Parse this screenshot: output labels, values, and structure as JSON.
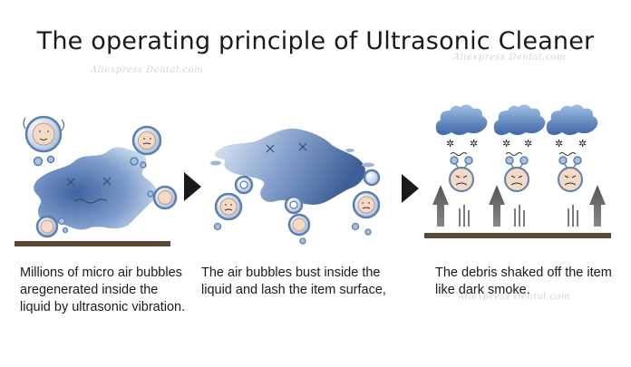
{
  "title": "The operating principle of Ultrasonic Cleaner",
  "steps": [
    {
      "caption": "Millions of micro air bubbles aregenerated inside the liquid by ultrasonic vibration."
    },
    {
      "caption": "The air bubbles bust inside the liquid and lash the item surface,"
    },
    {
      "caption": "The debris shaked off the item like dark smoke."
    }
  ],
  "watermark": "Aliexpress Dental.com",
  "colors": {
    "blob": "#6d8fbd",
    "blob_light": "#c8d7ea",
    "bubble_ring": "#5c7fae",
    "face": "#f3d9c6",
    "ground": "#5b4a38",
    "arrow": "#333333",
    "smoke": "#7aa0cf"
  }
}
